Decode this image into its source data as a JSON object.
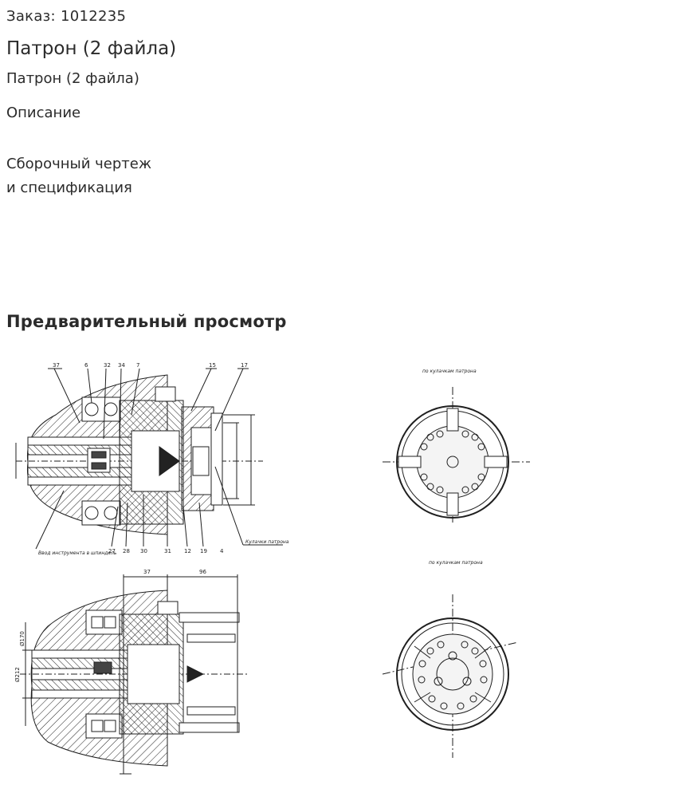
{
  "order": {
    "label": "Заказ:",
    "number": "1012235"
  },
  "product": {
    "title": "Патрон (2 файла)",
    "subtitle": "Патрон (2 файла)"
  },
  "description": {
    "heading": "Описание",
    "line1": "Сборочный чертеж",
    "line2": "и спецификация"
  },
  "preview": {
    "heading": "Предварительный просмотр"
  },
  "drawing": {
    "callouts_top": [
      "37",
      "6",
      "32",
      "34",
      "7",
      "15",
      "17"
    ],
    "callouts_bottom": [
      "27",
      "28",
      "30",
      "31",
      "12",
      "19",
      "4"
    ],
    "note_left": "Ввод инструмента в шпиндель",
    "note_right": "Кулачки патрона",
    "view_label_top": "по кулачкам патрона",
    "view_label_bottom": "по кулачкам патрона",
    "dims_top": [
      "37",
      "96"
    ],
    "dims_side": [
      "Ø170",
      "Ø212"
    ],
    "line_color": "#1f1f1f"
  }
}
